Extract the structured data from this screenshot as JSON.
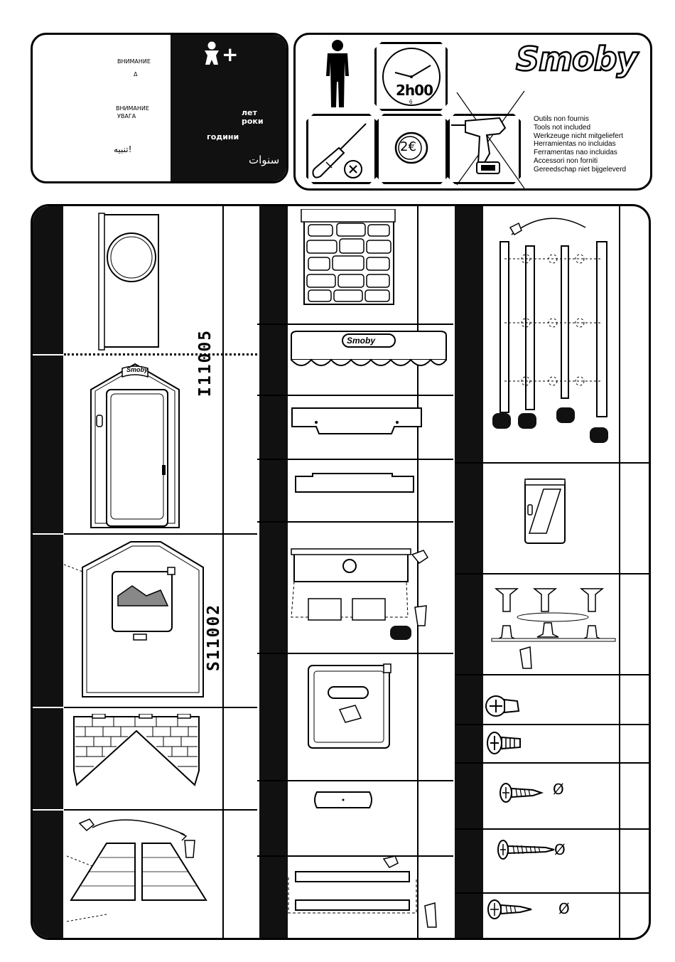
{
  "warning": {
    "ru_title": "ВНИМАНИЕ",
    "delta": "Δ",
    "ru_title_2": "ВНИМАНИЕ",
    "ua_title": "УВАГА",
    "ar_title": "تنبيه!"
  },
  "age": {
    "plus_sign": "+",
    "ru_years": "лет",
    "ua_years": "роки",
    "bg_years": "години",
    "ar_years": "سنوات"
  },
  "assembly": {
    "time": "2h00",
    "clock_six": "6",
    "coin": "2€"
  },
  "brand": {
    "logo": "Smoby",
    "colors": {
      "ink": "#000000",
      "paper": "#ffffff"
    }
  },
  "tools_not_included": [
    "Outils non  fournis",
    "Tools not included",
    "Werkzeuge nicht mitgeliefert",
    "Herramientas no incluidas",
    "Ferramentas nao incluidas",
    "Accessori non forniti",
    "Gereedschap niet bijgeleverd"
  ],
  "parts": {
    "ref_1": "I11005",
    "ref_2": "S11002",
    "diameter_symbol": "Ø",
    "door_logo": "Smoby",
    "awning_logo": "Smoby"
  }
}
